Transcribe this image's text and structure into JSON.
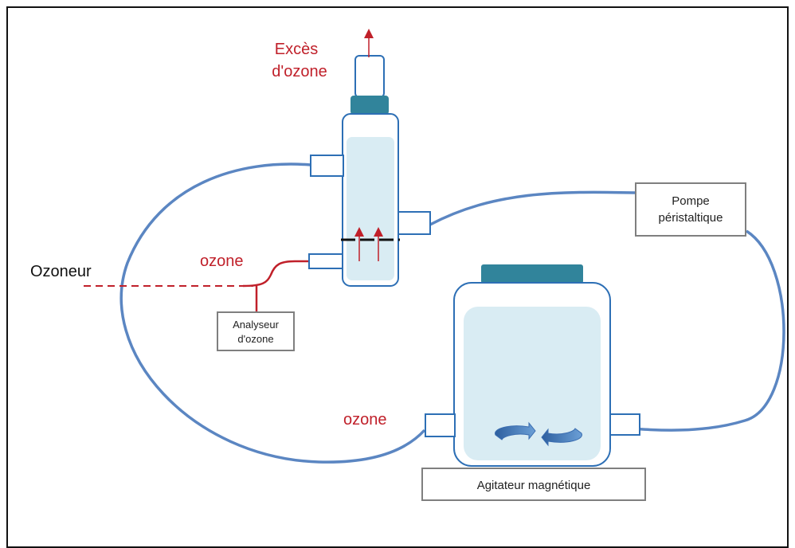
{
  "labels": {
    "exces_line1": "Excès",
    "exces_line2": "d'ozone",
    "ozoneur": "Ozoneur",
    "ozone_top": "ozone",
    "ozone_bottom": "ozone",
    "analyseur_line1": "Analyseur",
    "analyseur_line2": "d'ozone",
    "pompe_line1": "Pompe",
    "pompe_line2": "péristaltique",
    "agitateur": "Agitateur magnétique"
  },
  "colors": {
    "tube": "#5b86c2",
    "vessel_outline": "#2d6fb5",
    "liquid": "#d9ecf3",
    "cap": "#31849b",
    "gas_line": "#c0202a",
    "box_border": "#7f7f7f",
    "stir_arrow": "#3b6db0"
  }
}
